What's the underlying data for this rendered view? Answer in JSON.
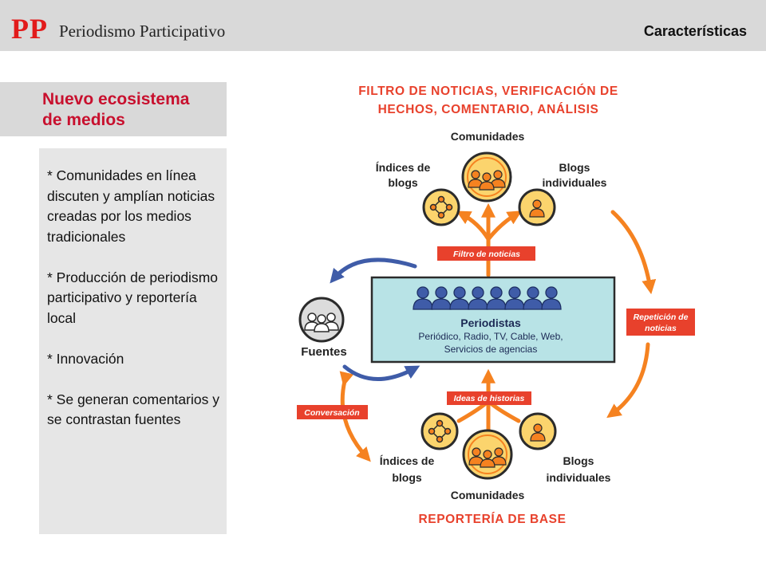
{
  "header": {
    "logo": "PP",
    "app_title": "Periodismo Participativo",
    "section_title": "Características"
  },
  "sidebar": {
    "heading_line1": "Nuevo ecosistema",
    "heading_line2": "de medios",
    "bullets": [
      "* Comunidades en línea discuten y amplían noticias creadas por los medios tradicionales",
      "* Producción de periodismo participativo y reportería local",
      "* Innovación",
      "* Se generan comentarios y se contrastan fuentes"
    ]
  },
  "diagram": {
    "title_line1": "FILTRO DE NOTICIAS, VERIFICACIÓN DE",
    "title_line2": "HECHOS, COMENTARIO, ANÁLISIS",
    "top": {
      "comunidades": "Comunidades",
      "indices_line1": "Índices de",
      "indices_line2": "blogs",
      "blogs_line1": "Blogs",
      "blogs_line2": "individuales"
    },
    "filtro_label": "Filtro de noticias",
    "center": {
      "title": "Periodistas",
      "line1": "Periódico, Radio, TV, Cable, Web,",
      "line2": "Servicios de agencias"
    },
    "fuentes": "Fuentes",
    "repeticion_line1": "Repetición de",
    "repeticion_line2": "noticias",
    "ideas_label": "Ideas de historias",
    "conversacion_label": "Conversación",
    "bottom": {
      "indices_line1": "Índices de",
      "indices_line2": "blogs",
      "comunidades": "Comunidades",
      "blogs_line1": "Blogs",
      "blogs_line2": "individuales"
    },
    "footer": "REPORTERÍA DE BASE",
    "colors": {
      "orange": "#f58220",
      "red": "#e8412c",
      "blue": "#3f5ca8",
      "teal_box": "#b8e3e6",
      "yellow": "#fbd46d"
    }
  }
}
